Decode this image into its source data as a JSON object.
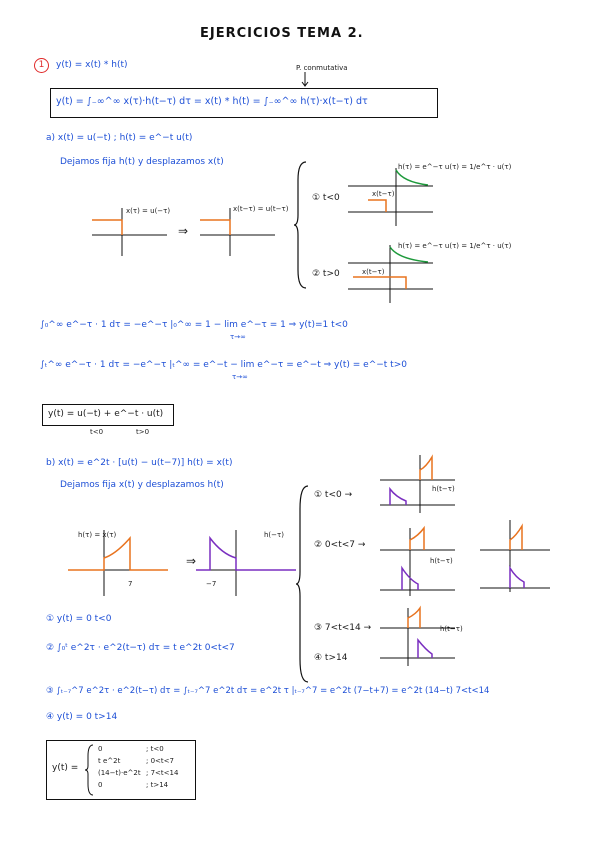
{
  "title": "EJERCICIOS TEMA 2.",
  "ex1": {
    "number": "1",
    "def": "y(t) = x(t) * h(t)",
    "note": "P. conmutativa",
    "conv": "y(t) = ∫₋∞^∞ x(τ)·h(t−τ) dτ = x(t) * h(t) = ∫₋∞^∞ h(τ)·x(t−τ) dτ",
    "a_line": "a)  x(t) = u(−t)  ;  h(t) = e^−t u(t)",
    "a_desc": "Dejamos fija h(t) y desplazamos x(t)",
    "plot_label1": "x(τ) = u(−τ)",
    "plot_label2": "x(t−τ) = u(t−τ)",
    "case1": "① t<0",
    "case2": "② t>0",
    "case_h1": "h(τ) = e^−τ u(τ) = 1/e^τ · u(τ)",
    "case_x1": "x(t−τ)",
    "case_h2": "h(τ) = e^−τ u(τ) = 1/e^τ · u(τ)",
    "case_x2": "x(t−τ)",
    "int1": "∫₀^∞ e^−τ · 1 dτ = −e^−τ |₀^∞ = 1 − lim e^−τ = 1  ⇒  y(t)=1   t<0",
    "int1_lim": "τ→∞",
    "int2": "∫ₜ^∞ e^−τ · 1 dτ = −e^−τ |ₜ^∞ = e^−t − lim e^−τ = e^−t  ⇒  y(t) = e^−t    t>0",
    "int2_lim": "τ→∞",
    "result_a": "y(t) = u(−t) + e^−t · u(t)",
    "result_a_sub1": "t<0",
    "result_a_sub2": "t>0"
  },
  "ex1b": {
    "b_line": "b)  x(t) = e^2t · [u(t) − u(t−7)]     h(t) = x(t)",
    "b_desc": "Dejamos fija x(t) y desplazamos h(t)",
    "plot_label1": "h(τ) = x(τ)",
    "plot_label2": "h(−τ)",
    "tick7": "7",
    "tickm7": "−7",
    "case1": "① t<0  →",
    "case2": "② 0<t<7  →",
    "case3": "③ 7<t<14  →",
    "case4": "④ t>14",
    "lbl_htt": "h(t−τ)",
    "res1": "① y(t) = 0    t<0",
    "res2": "② ∫₀ᵗ e^2τ · e^2(t−τ) dτ = t e^2t     0<t<7",
    "res3": "③ ∫ₜ₋₇^7 e^2τ · e^2(t−τ) dτ = ∫ₜ₋₇^7 e^2t dτ = e^2t τ |ₜ₋₇^7 = e^2t (7−t+7) = e^2t (14−t)    7<t<14",
    "res4": "④ y(t) = 0    t>14",
    "final_y": "y(t) =",
    "final_rows": [
      {
        "expr": "0",
        "cond": "; t<0"
      },
      {
        "expr": "t e^2t",
        "cond": "; 0<t<7"
      },
      {
        "expr": "(14−t)·e^2t",
        "cond": "; 7<t<14"
      },
      {
        "expr": "0",
        "cond": "; t>14"
      }
    ]
  },
  "colors": {
    "ink": "#1b1b1b",
    "blue": "#1d4fd6",
    "red": "#e02a2a",
    "orange": "#e8731f",
    "green": "#1e9a3c",
    "purple": "#7a2fc0"
  }
}
